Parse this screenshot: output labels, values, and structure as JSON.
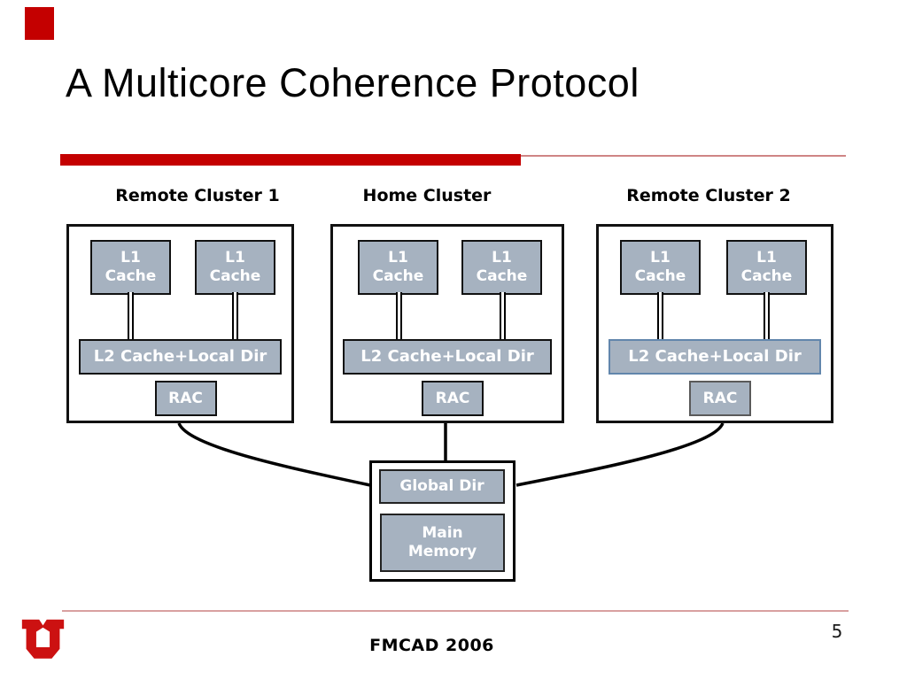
{
  "slide": {
    "title": "A Multicore Coherence Protocol",
    "footer_text": "FMCAD 2006",
    "page_number": "5"
  },
  "diagram": {
    "clusters": [
      {
        "label": "Remote Cluster 1",
        "l1_left": "L1\nCache",
        "l1_right": "L1\nCache",
        "l2": "L2 Cache+Local Dir",
        "rac": "RAC"
      },
      {
        "label": "Home Cluster",
        "l1_left": "L1\nCache",
        "l1_right": "L1\nCache",
        "l2": "L2 Cache+Local Dir",
        "rac": "RAC"
      },
      {
        "label": "Remote Cluster 2",
        "l1_left": "L1\nCache",
        "l1_right": "L1\nCache",
        "l2": "L2 Cache+Local Dir",
        "rac": "RAC"
      }
    ],
    "memory_node": {
      "global_dir": "Global Dir",
      "main_memory": "Main\nMemory"
    }
  },
  "colors": {
    "accent_red": "#c40000",
    "thin_rule_red": "#d9a0a0",
    "node_fill": "#a6b2c0",
    "node_border": "#111111",
    "remote2_l2_border": "#6286ac",
    "remote2_rac_border": "#5a5a5a",
    "logo_red": "#cc1111",
    "node_text": "#ffffff"
  },
  "icons": {
    "university_logo": "block-u-logo"
  }
}
